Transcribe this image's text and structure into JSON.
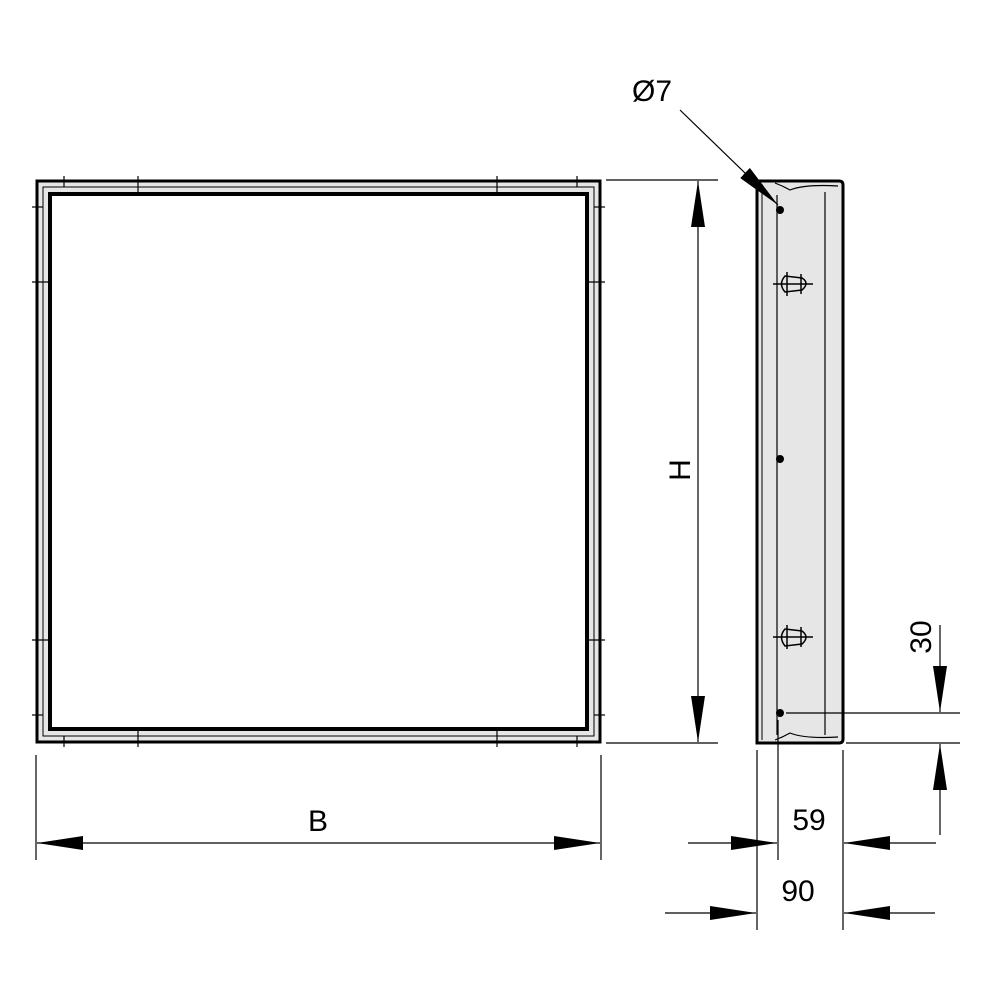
{
  "labels": {
    "hole_diameter": "Ø7",
    "height": "H",
    "width": "B",
    "hole_offset": "30",
    "inner_depth": "59",
    "total_depth": "90"
  },
  "colors": {
    "fill": "#e6e6e6",
    "line": "#000000"
  }
}
